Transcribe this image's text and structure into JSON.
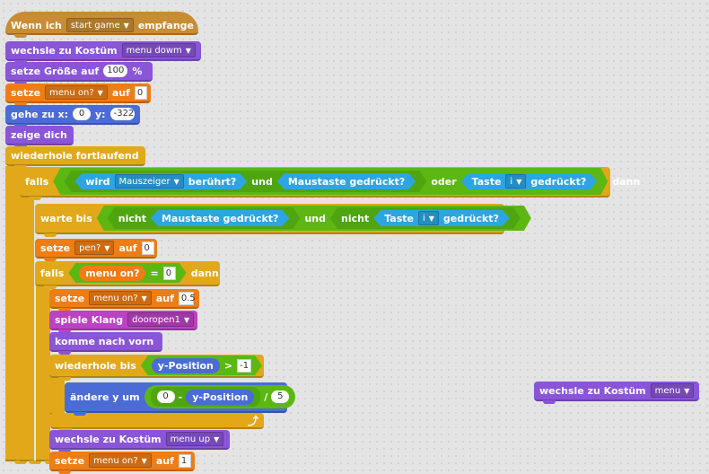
{
  "hat": {
    "label_pre": "Wenn ich",
    "message": "start game",
    "label_post": "empfange"
  },
  "looks_1": {
    "pre": "wechsle zu Kostüm",
    "costume": "menu dowm"
  },
  "size": {
    "pre": "setze Größe auf",
    "value": "100",
    "unit": "%"
  },
  "set_1": {
    "pre": "setze",
    "var": "menu on?",
    "mid": "auf",
    "value": "0"
  },
  "goto": {
    "pre": "gehe zu x:",
    "x": "0",
    "ylabel": "y:",
    "y": "-322"
  },
  "show": {
    "label": "zeige dich"
  },
  "forever": {
    "label": "wiederhole fortlaufend"
  },
  "if_1": {
    "falls": "falls",
    "then": "dann",
    "touch_pre": "wird",
    "touch_obj": "Mauszeiger",
    "touch_post": "berührt?",
    "und": "und",
    "mouse": "Maustaste gedrückt?",
    "oder": "oder",
    "key_pre": "Taste",
    "key": "i",
    "key_post": "gedrückt?"
  },
  "wait": {
    "pre": "warte bis",
    "nicht": "nicht",
    "mouse": "Maustaste gedrückt?",
    "und": "und",
    "nicht2": "nicht",
    "key_pre": "Taste",
    "key": "i",
    "key_post": "gedrückt?"
  },
  "set_pen": {
    "pre": "setze",
    "var": "pen?",
    "mid": "auf",
    "value": "0"
  },
  "if_2": {
    "falls": "falls",
    "var": "menu on?",
    "eq": "=",
    "value": "0",
    "then": "dann"
  },
  "set_2": {
    "pre": "setze",
    "var": "menu on?",
    "mid": "auf",
    "value": "0.5"
  },
  "sound": {
    "pre": "spiele Klang",
    "sound": "dooropen1"
  },
  "front": {
    "label": "komme nach vorn"
  },
  "repeat": {
    "pre": "wiederhole bis",
    "ypos": "y-Position",
    "gt": ">",
    "value": "-1"
  },
  "change_y": {
    "pre": "ändere y um",
    "zero": "0",
    "minus": "-",
    "ypos": "y-Position",
    "div": "/",
    "five": "5"
  },
  "looks_2": {
    "pre": "wechsle zu Kostüm",
    "costume": "menu up"
  },
  "set_3": {
    "pre": "setze",
    "var": "menu on?",
    "mid": "auf",
    "value": "1"
  },
  "floating": {
    "pre": "wechsle zu Kostüm",
    "costume": "menu"
  },
  "colors": {
    "events": "#c88c34",
    "looks": "#8a55d7",
    "data": "#ee7d16",
    "motion": "#4a6cd4",
    "control": "#e1a91a",
    "sound": "#bb42c3",
    "sensing": "#2ca5e2",
    "operators": "#5cb712"
  }
}
